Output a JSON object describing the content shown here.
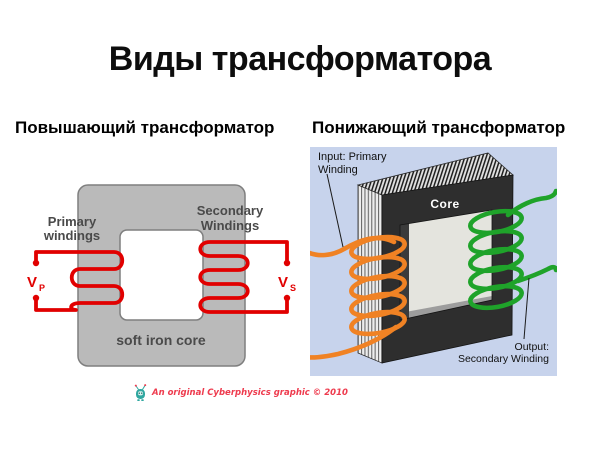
{
  "title": "Виды трансформатора",
  "left_section": {
    "subtitle": "Повышающий трансформатор",
    "diagram": {
      "primary_label_line1": "Primary",
      "primary_label_line2": "windings",
      "secondary_label_line1": "Secondary",
      "secondary_label_line2": "Windings",
      "core_label": "soft iron core",
      "vp": {
        "v": "V",
        "sub": "P"
      },
      "vs": {
        "v": "V",
        "sub": "S"
      },
      "wire_color": "#e10000",
      "core_color": "#bababa"
    },
    "credit": "An original Cyberphysics graphic © 2010"
  },
  "right_section": {
    "subtitle": "Понижающий трансформатор",
    "diagram": {
      "input_label": "Input: Primary\nWinding",
      "core_label": "Core",
      "output_label": "Output:\nSecondary Winding",
      "primary_color": "#f08224",
      "secondary_color": "#1fa32a",
      "core_front_color": "#2e2e2e",
      "background": "#c7d3ec"
    }
  }
}
